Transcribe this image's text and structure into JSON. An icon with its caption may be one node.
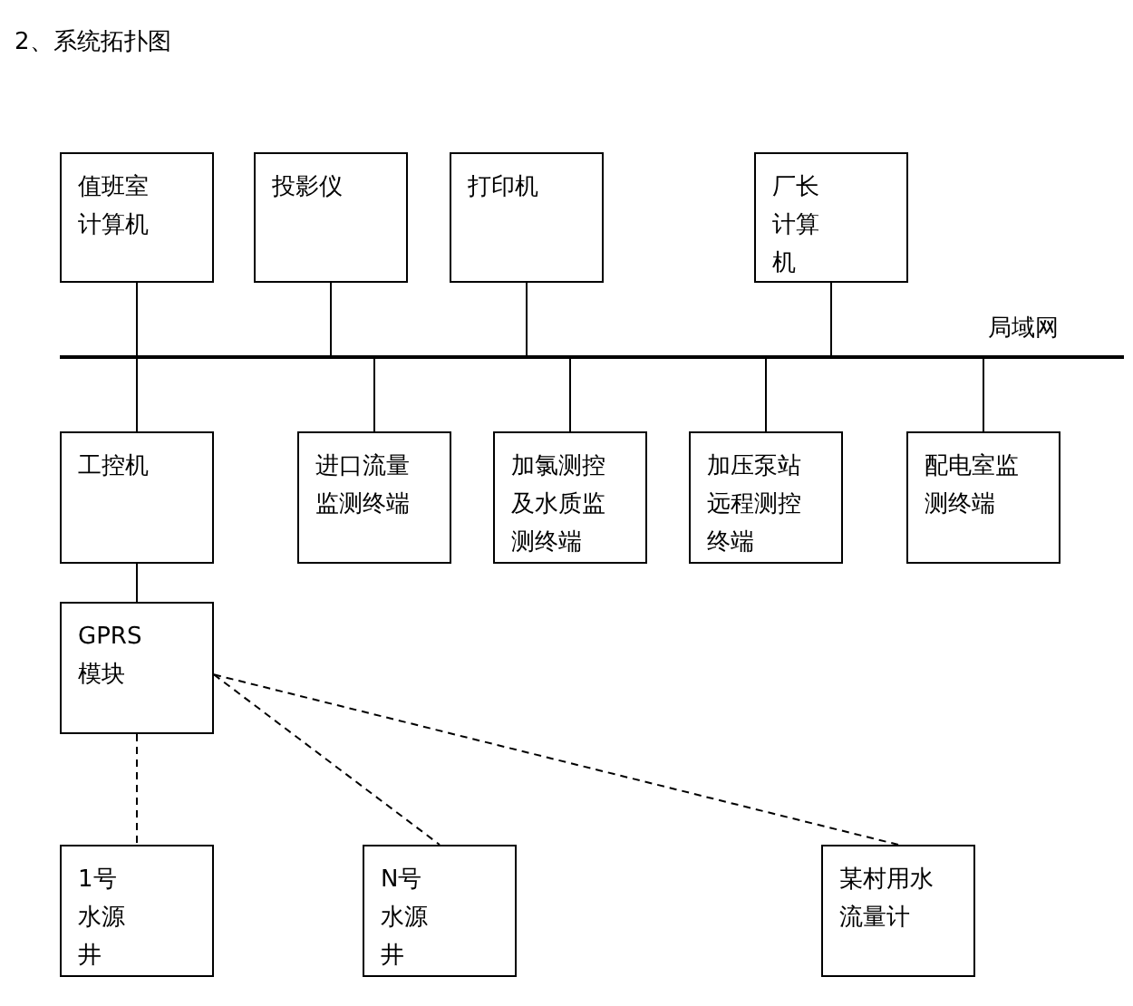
{
  "diagram": {
    "title": "2、系统拓扑图",
    "nodes": [
      {
        "text": [
          "值班室计算机"
        ]
      },
      {
        "text": [
          "投影仪"
        ]
      },
      {
        "text": [
          "打印机"
        ]
      },
      {
        "text": [
          "厂长计算机"
        ]
      },
      {
        "text": [],
        "shape": "bar",
        "beside": [
          "局域网"
        ]
      },
      {
        "text": [
          "工控机"
        ]
      },
      {
        "text": [
          "进口流量监测终端"
        ]
      },
      {
        "text": [
          "加氯测控及水质监测终端"
        ]
      },
      {
        "text": [
          "加压泵站远程测控终端"
        ]
      },
      {
        "text": [
          "配电室监测终端"
        ]
      },
      {
        "text": [
          "GPRS 模块"
        ]
      },
      {
        "text": [
          "1号水源井"
        ]
      },
      {
        "text": [
          "N号水源井"
        ]
      },
      {
        "text": [
          "某村用水流量计"
        ]
      }
    ],
    "edges": [
      {
        "from": 0,
        "to": 4,
        "arrow": "none"
      },
      {
        "from": 1,
        "to": 4,
        "arrow": "none"
      },
      {
        "from": 2,
        "to": 4,
        "arrow": "none"
      },
      {
        "from": 3,
        "to": 4,
        "arrow": "none"
      },
      {
        "from": 4,
        "to": 5,
        "arrow": "none"
      },
      {
        "from": 4,
        "to": 6,
        "arrow": "none"
      },
      {
        "from": 4,
        "to": 7,
        "arrow": "none"
      },
      {
        "from": 4,
        "to": 8,
        "arrow": "none"
      },
      {
        "from": 4,
        "to": 9,
        "arrow": "none"
      },
      {
        "from": 5,
        "to": 10,
        "arrow": "none"
      },
      {
        "from": 10,
        "to": 11,
        "arrow": "none",
        "style": "dashed"
      },
      {
        "from": 10,
        "to": 12,
        "arrow": "none",
        "style": "dashed"
      },
      {
        "from": 10,
        "to": 13,
        "arrow": "none",
        "style": "dashed"
      }
    ]
  }
}
